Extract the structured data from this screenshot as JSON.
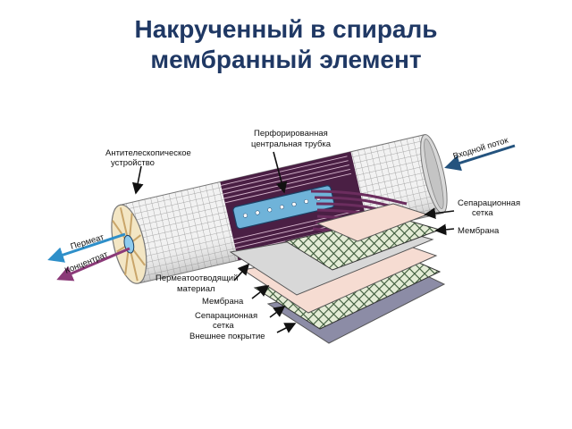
{
  "title": {
    "line1": "Накрученный в спираль",
    "line2": "мембранный элемент"
  },
  "labels": {
    "anti_telescoping": [
      "Антителескопическое",
      "устройство"
    ],
    "perforated_tube": [
      "Перфорированная",
      "центральная трубка"
    ],
    "feed_flow": "Входной поток",
    "separation_grid_top": [
      "Сепарационная",
      "сетка"
    ],
    "membrane_top": "Мембрана",
    "permeate": "Пермеат",
    "concentrate": "Концентрат",
    "permeate_carrier": [
      "Пермеатоотводящий",
      "материал"
    ],
    "membrane_bottom": "Мембрана",
    "separation_grid_bottom": [
      "Сепарационная",
      "сетка"
    ],
    "outer_wrap": "Внешнее покрытие"
  },
  "colors": {
    "title": "#1f3864",
    "permeate_arrow": "#2e8fc9",
    "concentrate_arrow": "#8b3a78",
    "feed_arrow": "#24537e",
    "wrap_purple": "#6b2d5e",
    "membrane_pink": "#f6dcd2",
    "grid_green": "#3c5a3a",
    "outer_layer": "#8c8ca6"
  }
}
